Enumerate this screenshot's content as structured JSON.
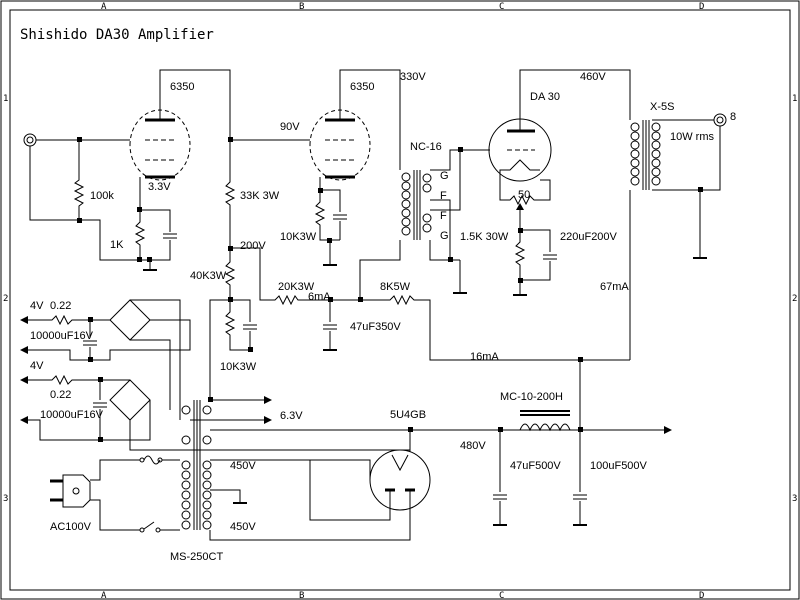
{
  "title": "Shishido DA30 Amplifier",
  "border": {
    "columns": [
      "A",
      "B",
      "C",
      "D"
    ],
    "rows": [
      "1",
      "2",
      "3"
    ]
  },
  "tubes": {
    "v1": "6350",
    "v2": "6350",
    "output": "DA 30",
    "rectifier": "5U4GB"
  },
  "transformers": {
    "interstage": "NC-16",
    "output": "X-5S",
    "power": "MS-250CT",
    "choke": "MC-10-200H"
  },
  "interstage_pins": [
    "G",
    "F",
    "F",
    "G"
  ],
  "voltages": {
    "v1_cathode": "3.3V",
    "v1_plate": "90V",
    "v2_plate": "330V",
    "output_plate": "460V",
    "b_plus_mid": "200V",
    "rect_out": "480V",
    "heater": "6.3V",
    "ht_upper": "450V",
    "ht_lower": "450V",
    "dc_supply_1": "4V",
    "dc_supply_2": "4V",
    "mains": "AC100V"
  },
  "currents": {
    "stage2": "6mA",
    "stage1_total": "16mA",
    "output": "67mA"
  },
  "components": {
    "grid_leak": "100k",
    "v1_cathode_r": "1K",
    "v1_plate_r": "33K 3W",
    "v2_cathode_r": "10K3W",
    "divider_top": "40K3W",
    "divider_bottom": "10K3W",
    "decouple_r": "20K3W",
    "decouple_c": "47uF350V",
    "dropper": "8K5W",
    "hum_pot": "50",
    "output_cathode_r": "1.5K 30W",
    "output_cathode_c": "220uF200V",
    "filter_c1": "47uF500V",
    "filter_c2": "100uF500V",
    "heater_r1": "0.22",
    "heater_r2": "0.22",
    "heater_c1": "10000uF16V",
    "heater_c2": "10000uF16V"
  },
  "output": {
    "power_rating": "10W rms",
    "speaker_tap": "8"
  }
}
